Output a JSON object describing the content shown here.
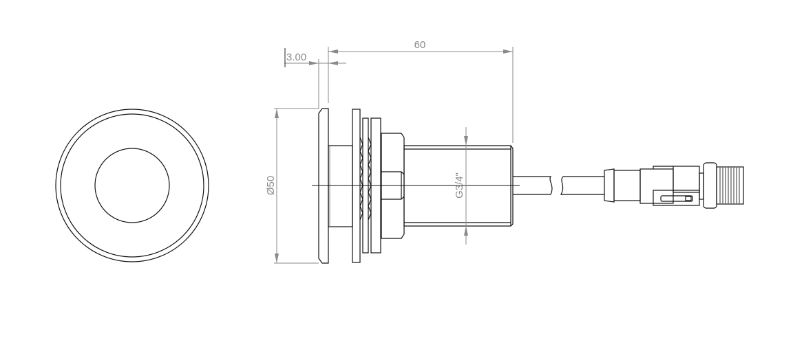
{
  "drawing": {
    "dimensions": {
      "flange_thickness": "3.00",
      "overall_length": "60",
      "flange_diameter": "Ø50",
      "thread_size": "G3/4\""
    },
    "colors": {
      "outline": "#111111",
      "dimension": "#8a8a8a"
    }
  }
}
